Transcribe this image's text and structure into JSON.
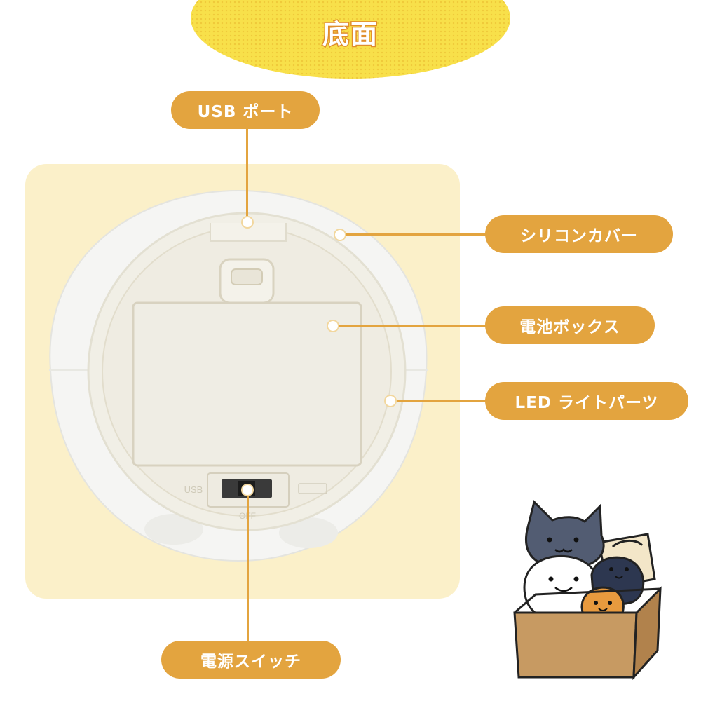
{
  "title": "底面",
  "callouts": {
    "usb_port": "USB ポート",
    "silicone_cover": "シリコンカバー",
    "battery_box": "電池ボックス",
    "led_light_parts": "LED ライトパーツ",
    "power_switch": "電源スイッチ"
  },
  "switch_marks": {
    "left": "USB",
    "bottom": "OFF"
  },
  "colors": {
    "accent": "#e3a43f",
    "title_bg": "#f8e04a",
    "panel_bg": "#fbf0c9"
  }
}
